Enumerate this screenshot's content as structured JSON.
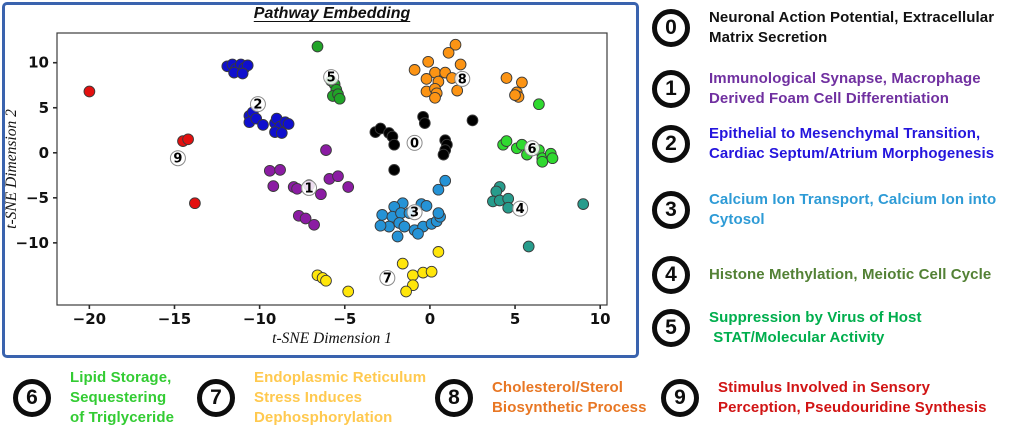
{
  "plot": {
    "title": "Pathway Embedding",
    "xlabel": "t-SNE Dimension 1",
    "ylabel": "t-SNE Dimension 2"
  },
  "chart_data": {
    "type": "scatter",
    "title": "Pathway Embedding",
    "xlabel": "t-SNE Dimension 1",
    "ylabel": "t-SNE Dimension 2",
    "xlim": [
      -21.9,
      10.4
    ],
    "ylim": [
      -16.9,
      13.3
    ],
    "x_ticks": [
      -20,
      -15,
      -10,
      -5,
      0,
      5,
      10
    ],
    "y_ticks": [
      10,
      5,
      0,
      -5,
      -10
    ],
    "grid": false,
    "series": [
      {
        "id": "0",
        "color": "#000000",
        "label_xy": [
          -0.9,
          1.1
        ],
        "points": [
          [
            -3.2,
            2.3
          ],
          [
            -2.9,
            2.7
          ],
          [
            -2.4,
            2.2
          ],
          [
            -2.2,
            1.8
          ],
          [
            -2.1,
            0.9
          ],
          [
            -0.4,
            4.0
          ],
          [
            -0.3,
            3.3
          ],
          [
            2.5,
            3.6
          ],
          [
            0.9,
            1.4
          ],
          [
            1.0,
            0.9
          ],
          [
            0.9,
            0.3
          ],
          [
            0.8,
            -0.2
          ],
          [
            -2.1,
            -1.9
          ]
        ]
      },
      {
        "id": "1",
        "color": "#8B1CA3",
        "label_xy": [
          -7.1,
          -3.9
        ],
        "points": [
          [
            -9.4,
            -2.0
          ],
          [
            -8.8,
            -1.9
          ],
          [
            -9.2,
            -3.7
          ],
          [
            -8.0,
            -3.8
          ],
          [
            -7.8,
            -4.0
          ],
          [
            -7.1,
            -3.6
          ],
          [
            -6.4,
            -4.6
          ],
          [
            -5.9,
            -2.9
          ],
          [
            -5.4,
            -2.6
          ],
          [
            -4.8,
            -3.8
          ],
          [
            -6.1,
            0.3
          ],
          [
            -7.7,
            -7.0
          ],
          [
            -7.3,
            -7.3
          ],
          [
            -6.8,
            -8.0
          ]
        ]
      },
      {
        "id": "2",
        "color": "#0F0FCE",
        "label_xy": [
          -10.1,
          5.4
        ],
        "points": [
          [
            -11.9,
            9.6
          ],
          [
            -11.6,
            9.8
          ],
          [
            -11.4,
            9.3
          ],
          [
            -11.1,
            9.8
          ],
          [
            -10.9,
            9.4
          ],
          [
            -10.7,
            9.7
          ],
          [
            -11.5,
            8.9
          ],
          [
            -11.0,
            8.8
          ],
          [
            -10.6,
            4.1
          ],
          [
            -10.4,
            4.5
          ],
          [
            -10.6,
            3.4
          ],
          [
            -10.2,
            3.8
          ],
          [
            -9.8,
            3.1
          ],
          [
            -9.1,
            3.3
          ],
          [
            -9.0,
            3.8
          ],
          [
            -8.8,
            2.9
          ],
          [
            -8.5,
            3.4
          ],
          [
            -8.3,
            3.2
          ],
          [
            -9.1,
            2.3
          ],
          [
            -8.7,
            2.2
          ]
        ]
      },
      {
        "id": "3",
        "color": "#2593D6",
        "label_xy": [
          -0.9,
          -6.6
        ],
        "points": [
          [
            0.9,
            -3.1
          ],
          [
            0.5,
            -4.1
          ],
          [
            -0.5,
            -5.7
          ],
          [
            -0.2,
            -5.9
          ],
          [
            -1.6,
            -5.6
          ],
          [
            -2.1,
            -6.0
          ],
          [
            -2.8,
            -6.9
          ],
          [
            -2.2,
            -7.1
          ],
          [
            -1.7,
            -6.7
          ],
          [
            -1.2,
            -6.7
          ],
          [
            -1.8,
            -7.8
          ],
          [
            -2.4,
            -8.2
          ],
          [
            -2.9,
            -8.1
          ],
          [
            -1.5,
            -8.2
          ],
          [
            -0.9,
            -8.6
          ],
          [
            -0.4,
            -8.2
          ],
          [
            0.1,
            -7.9
          ],
          [
            0.4,
            -7.6
          ],
          [
            0.6,
            -7.1
          ],
          [
            0.5,
            -6.7
          ],
          [
            -0.7,
            -9.0
          ],
          [
            -1.9,
            -9.3
          ]
        ]
      },
      {
        "id": "4",
        "color": "#279C8C",
        "label_xy": [
          5.3,
          -6.2
        ],
        "points": [
          [
            4.1,
            -3.8
          ],
          [
            3.9,
            -4.3
          ],
          [
            3.7,
            -5.4
          ],
          [
            4.1,
            -5.3
          ],
          [
            4.6,
            -5.1
          ],
          [
            4.6,
            -6.1
          ],
          [
            9.0,
            -5.7
          ],
          [
            5.8,
            -10.4
          ]
        ]
      },
      {
        "id": "5",
        "color": "#21A428",
        "label_xy": [
          -5.8,
          8.4
        ],
        "points": [
          [
            -6.6,
            11.8
          ],
          [
            -5.8,
            8.0
          ],
          [
            -5.6,
            7.6
          ],
          [
            -5.5,
            7.0
          ],
          [
            -5.7,
            6.3
          ],
          [
            -5.4,
            6.5
          ],
          [
            -5.3,
            6.0
          ]
        ]
      },
      {
        "id": "6",
        "color": "#2FD92F",
        "label_xy": [
          6.0,
          0.5
        ],
        "points": [
          [
            4.3,
            0.9
          ],
          [
            4.5,
            1.3
          ],
          [
            5.1,
            0.5
          ],
          [
            5.4,
            0.9
          ],
          [
            6.4,
            0.3
          ],
          [
            5.7,
            -0.2
          ],
          [
            6.6,
            -0.6
          ],
          [
            7.1,
            -0.1
          ],
          [
            7.2,
            -0.6
          ],
          [
            6.6,
            -1.0
          ],
          [
            6.4,
            5.4
          ]
        ]
      },
      {
        "id": "7",
        "color": "#FFE60A",
        "label_xy": [
          -2.5,
          -13.9
        ],
        "points": [
          [
            -6.6,
            -13.6
          ],
          [
            -6.3,
            -13.9
          ],
          [
            -6.1,
            -14.2
          ],
          [
            -4.8,
            -15.4
          ],
          [
            -1.6,
            -12.3
          ],
          [
            -1.0,
            -13.6
          ],
          [
            -0.4,
            -13.3
          ],
          [
            0.1,
            -13.2
          ],
          [
            -1.0,
            -14.7
          ],
          [
            -1.4,
            -15.4
          ],
          [
            0.5,
            -11.0
          ]
        ]
      },
      {
        "id": "8",
        "color": "#FC9414",
        "label_xy": [
          1.9,
          8.2
        ],
        "points": [
          [
            1.5,
            12.0
          ],
          [
            1.1,
            11.1
          ],
          [
            1.8,
            9.8
          ],
          [
            -0.1,
            10.1
          ],
          [
            -0.9,
            9.2
          ],
          [
            0.3,
            8.9
          ],
          [
            0.9,
            8.9
          ],
          [
            1.3,
            8.3
          ],
          [
            -0.2,
            8.2
          ],
          [
            0.5,
            7.9
          ],
          [
            1.6,
            6.9
          ],
          [
            -0.2,
            6.8
          ],
          [
            0.3,
            7.1
          ],
          [
            0.4,
            6.6
          ],
          [
            0.3,
            6.1
          ],
          [
            4.5,
            8.3
          ],
          [
            5.4,
            7.8
          ],
          [
            5.1,
            6.7
          ],
          [
            5.2,
            6.2
          ],
          [
            5.0,
            6.4
          ]
        ]
      },
      {
        "id": "9",
        "color": "#E3100F",
        "label_xy": [
          -14.8,
          -0.6
        ],
        "points": [
          [
            -20.0,
            6.8
          ],
          [
            -14.5,
            1.3
          ],
          [
            -14.2,
            1.5
          ],
          [
            -13.8,
            -5.6
          ]
        ]
      }
    ]
  },
  "legend": {
    "items": [
      {
        "id": "0",
        "color": "#111111",
        "text": "Neuronal Action Potential, Extracellular\nMatrix Secretion"
      },
      {
        "id": "1",
        "color": "#7030A0",
        "text": "Immunological Synapse, Macrophage\nDerived Foam Cell Differentiation"
      },
      {
        "id": "2",
        "color": "#2415DD",
        "text": "Epithelial to Mesenchymal Transition,\nCardiac Septum/Atrium Morphogenesis"
      },
      {
        "id": "3",
        "color": "#2E9BD6",
        "text": "Calcium Ion Transport, Calcium Ion into\nCytosol"
      },
      {
        "id": "4",
        "color": "#538135",
        "text": "Histone Methylation, Meiotic Cell Cycle"
      },
      {
        "id": "5",
        "color": "#00AE4D",
        "text": "Suppression by Virus of Host\n STAT/Molecular Activity"
      },
      {
        "id": "6",
        "color": "#33CC33",
        "text": "Lipid Storage,\nSequestering\nof Triglyceride"
      },
      {
        "id": "7",
        "color": "#FFC94F",
        "text": "Endoplasmic Reticulum\nStress Induces\nDephosphorylation"
      },
      {
        "id": "8",
        "color": "#E87724",
        "text": "Cholesterol/Sterol\nBiosynthetic Process"
      },
      {
        "id": "9",
        "color": "#D11414",
        "text": "Stimulus Involved in Sensory\nPerception, Pseudouridine Synthesis"
      }
    ]
  }
}
